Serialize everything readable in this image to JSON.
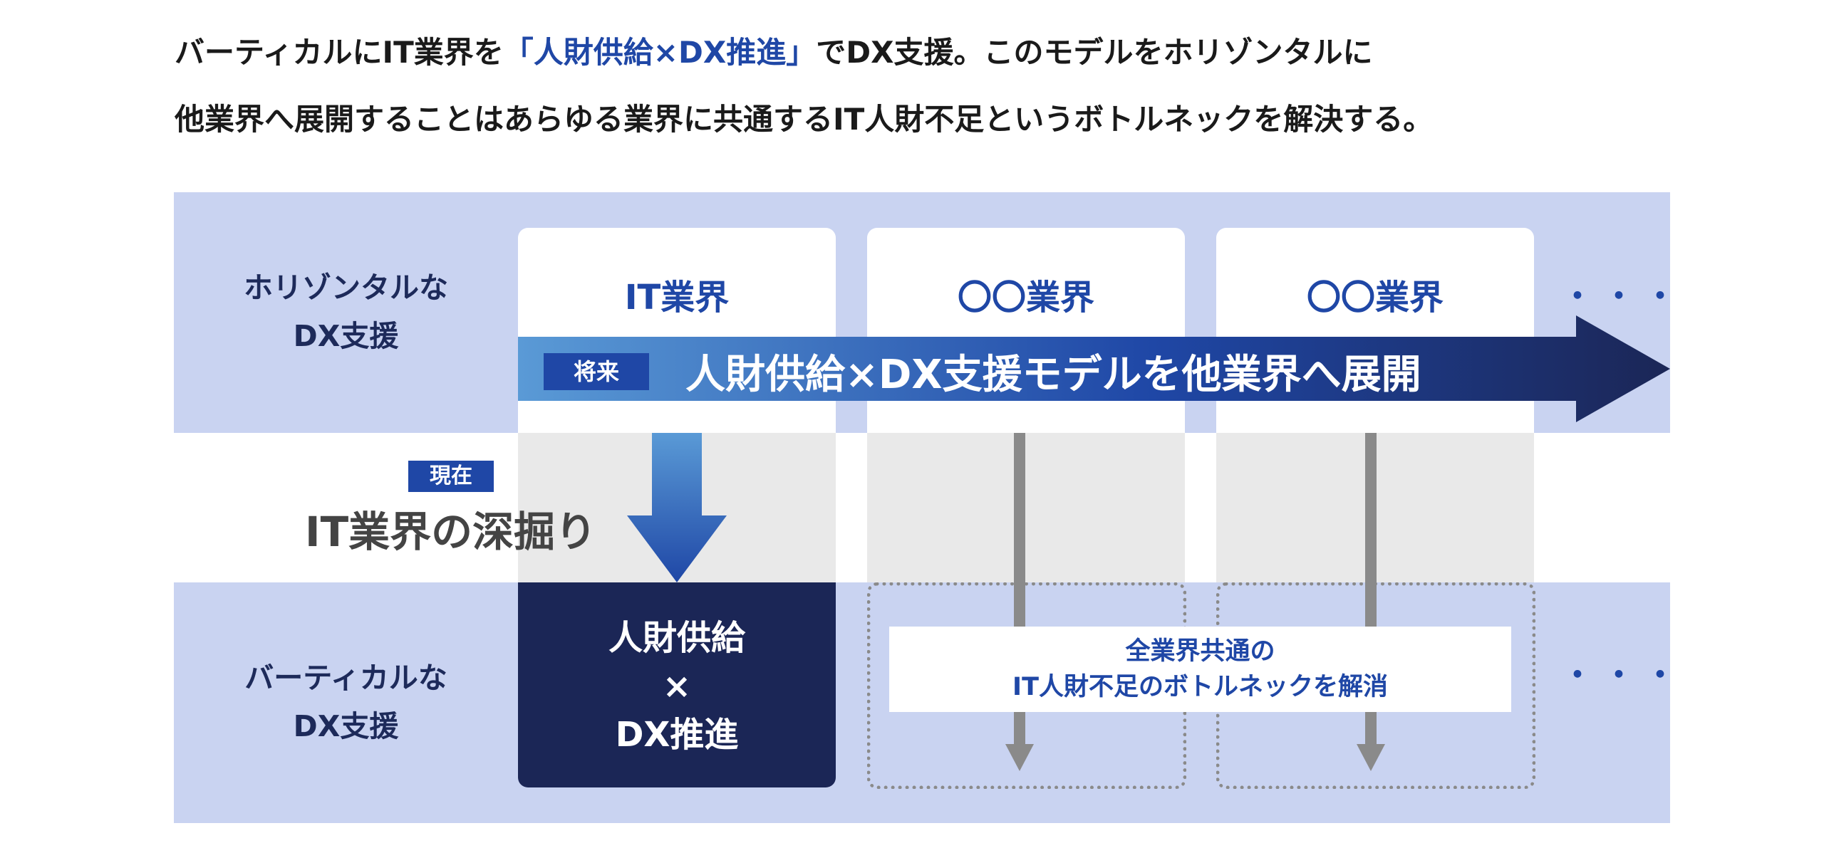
{
  "intro": {
    "line1_prefix": "バーティカルにIT業界を",
    "line1_highlight": "「人財供給×DX推進」",
    "line1_suffix": "でDX支援。このモデルをホリゾンタルに",
    "line2": "他業界へ展開することはあらゆる業界に共通するIT人財不足というボトルネックを解決する。"
  },
  "rows": {
    "horizontal_label_1": "ホリゾンタルな",
    "horizontal_label_2": "DX支援",
    "vertical_label_1": "バーティカルな",
    "vertical_label_2": "DX支援"
  },
  "columns": [
    {
      "heading": "IT業界"
    },
    {
      "heading": "〇〇業界"
    },
    {
      "heading": "〇〇業界"
    }
  ],
  "ellipsis": "・・・",
  "future_arrow": {
    "tag": "将来",
    "text": "人財供給×DX支援モデルを他業界へ展開"
  },
  "present": {
    "tag": "現在",
    "text": "IT業界の深掘り"
  },
  "it_box": {
    "line1": "人財供給",
    "line2": "×",
    "line3": "DX推進"
  },
  "common_box": {
    "line1": "全業界共通の",
    "line2": "IT人財不足のボトルネックを解消"
  },
  "colors": {
    "band": "#c9d3f1",
    "accent_blue": "#1f47a6",
    "navy": "#1b2656",
    "gray_col": "#e9e9e9"
  }
}
